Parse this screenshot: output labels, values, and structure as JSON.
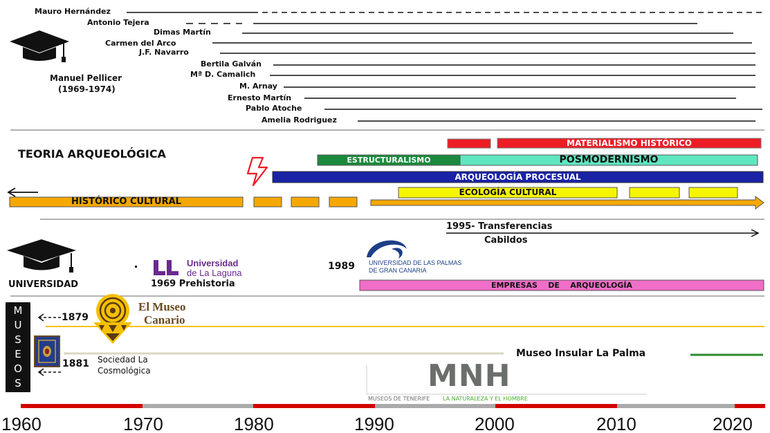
{
  "pellicer": {
    "name": "Manuel Pellicer",
    "years": "(1969-1974)"
  },
  "people": [
    "Mauro Hernández",
    "Antonio Tejera",
    "Dimas Martín",
    "Carmen del Arco",
    "J.F. Navarro",
    "Bertila Galván",
    "Mª D. Camalich",
    "M. Arnay",
    "Ernesto Martín",
    "Pablo Atoche",
    "Amelia Rodriguez"
  ],
  "theory": {
    "title": "TEORIA ARQUEOLÓGICA",
    "materialismo": "MATERIALISMO HISTÓRICO",
    "estructuralismo": "ESTRUCTURALISMO",
    "posmodernismo": "POSMODERNISMO",
    "procesual": "ARQUEOLOGÍA PROCESUAL",
    "ecologia": "ECOLOGÍA CULTURAL",
    "historico": "HISTÓRICO CULTURAL"
  },
  "universidad": {
    "label": "UNIVERSIDAD",
    "transferencias_1": "1995- Transferencias",
    "transferencias_2": "Cabildos",
    "ull_1": "Universidad",
    "ull_2": "de La Laguna",
    "prehistoria": "1969 Prehistoria",
    "year_1989": "1989",
    "ulpgc_1": "UNIVERSIDAD DE LAS PALMAS",
    "ulpgc_2": "DE GRAN CANARIA",
    "empresas": "EMPRESAS    DE    ARQUEOLOGÍA"
  },
  "museos": {
    "vertical": [
      "M",
      "U",
      "S",
      "E",
      "O",
      "S"
    ],
    "year_1879": "1879",
    "museo_canario_1": "El Museo",
    "museo_canario_2": "Canario",
    "year_1881": "1881",
    "cosmologica_1": "Sociedad La",
    "cosmologica_2": "Cosmológica",
    "insular": "Museo Insular La Palma",
    "mnh": "MNH",
    "mnh_sub_1": "MUSEOS DE TENERIFE",
    "mnh_sub_2": "LA NATURALEZA Y EL HOMBRE"
  },
  "axis": {
    "ticks": [
      "1960",
      "1970",
      "1980",
      "1990",
      "2000",
      "2010",
      "2020"
    ]
  },
  "colors": {
    "red": "#ee1c24",
    "green": "#1a8a3c",
    "teal": "#5fe6c0",
    "blue": "#1a22a6",
    "yellow": "#f5f500",
    "orange": "#f5a800",
    "pink": "#f06ec8",
    "ull_purple": "#6a2a90",
    "ulpgc_blue": "#1e3f86",
    "mnh_gray": "#6b6f6b",
    "mnh_green": "#4caf2e"
  }
}
